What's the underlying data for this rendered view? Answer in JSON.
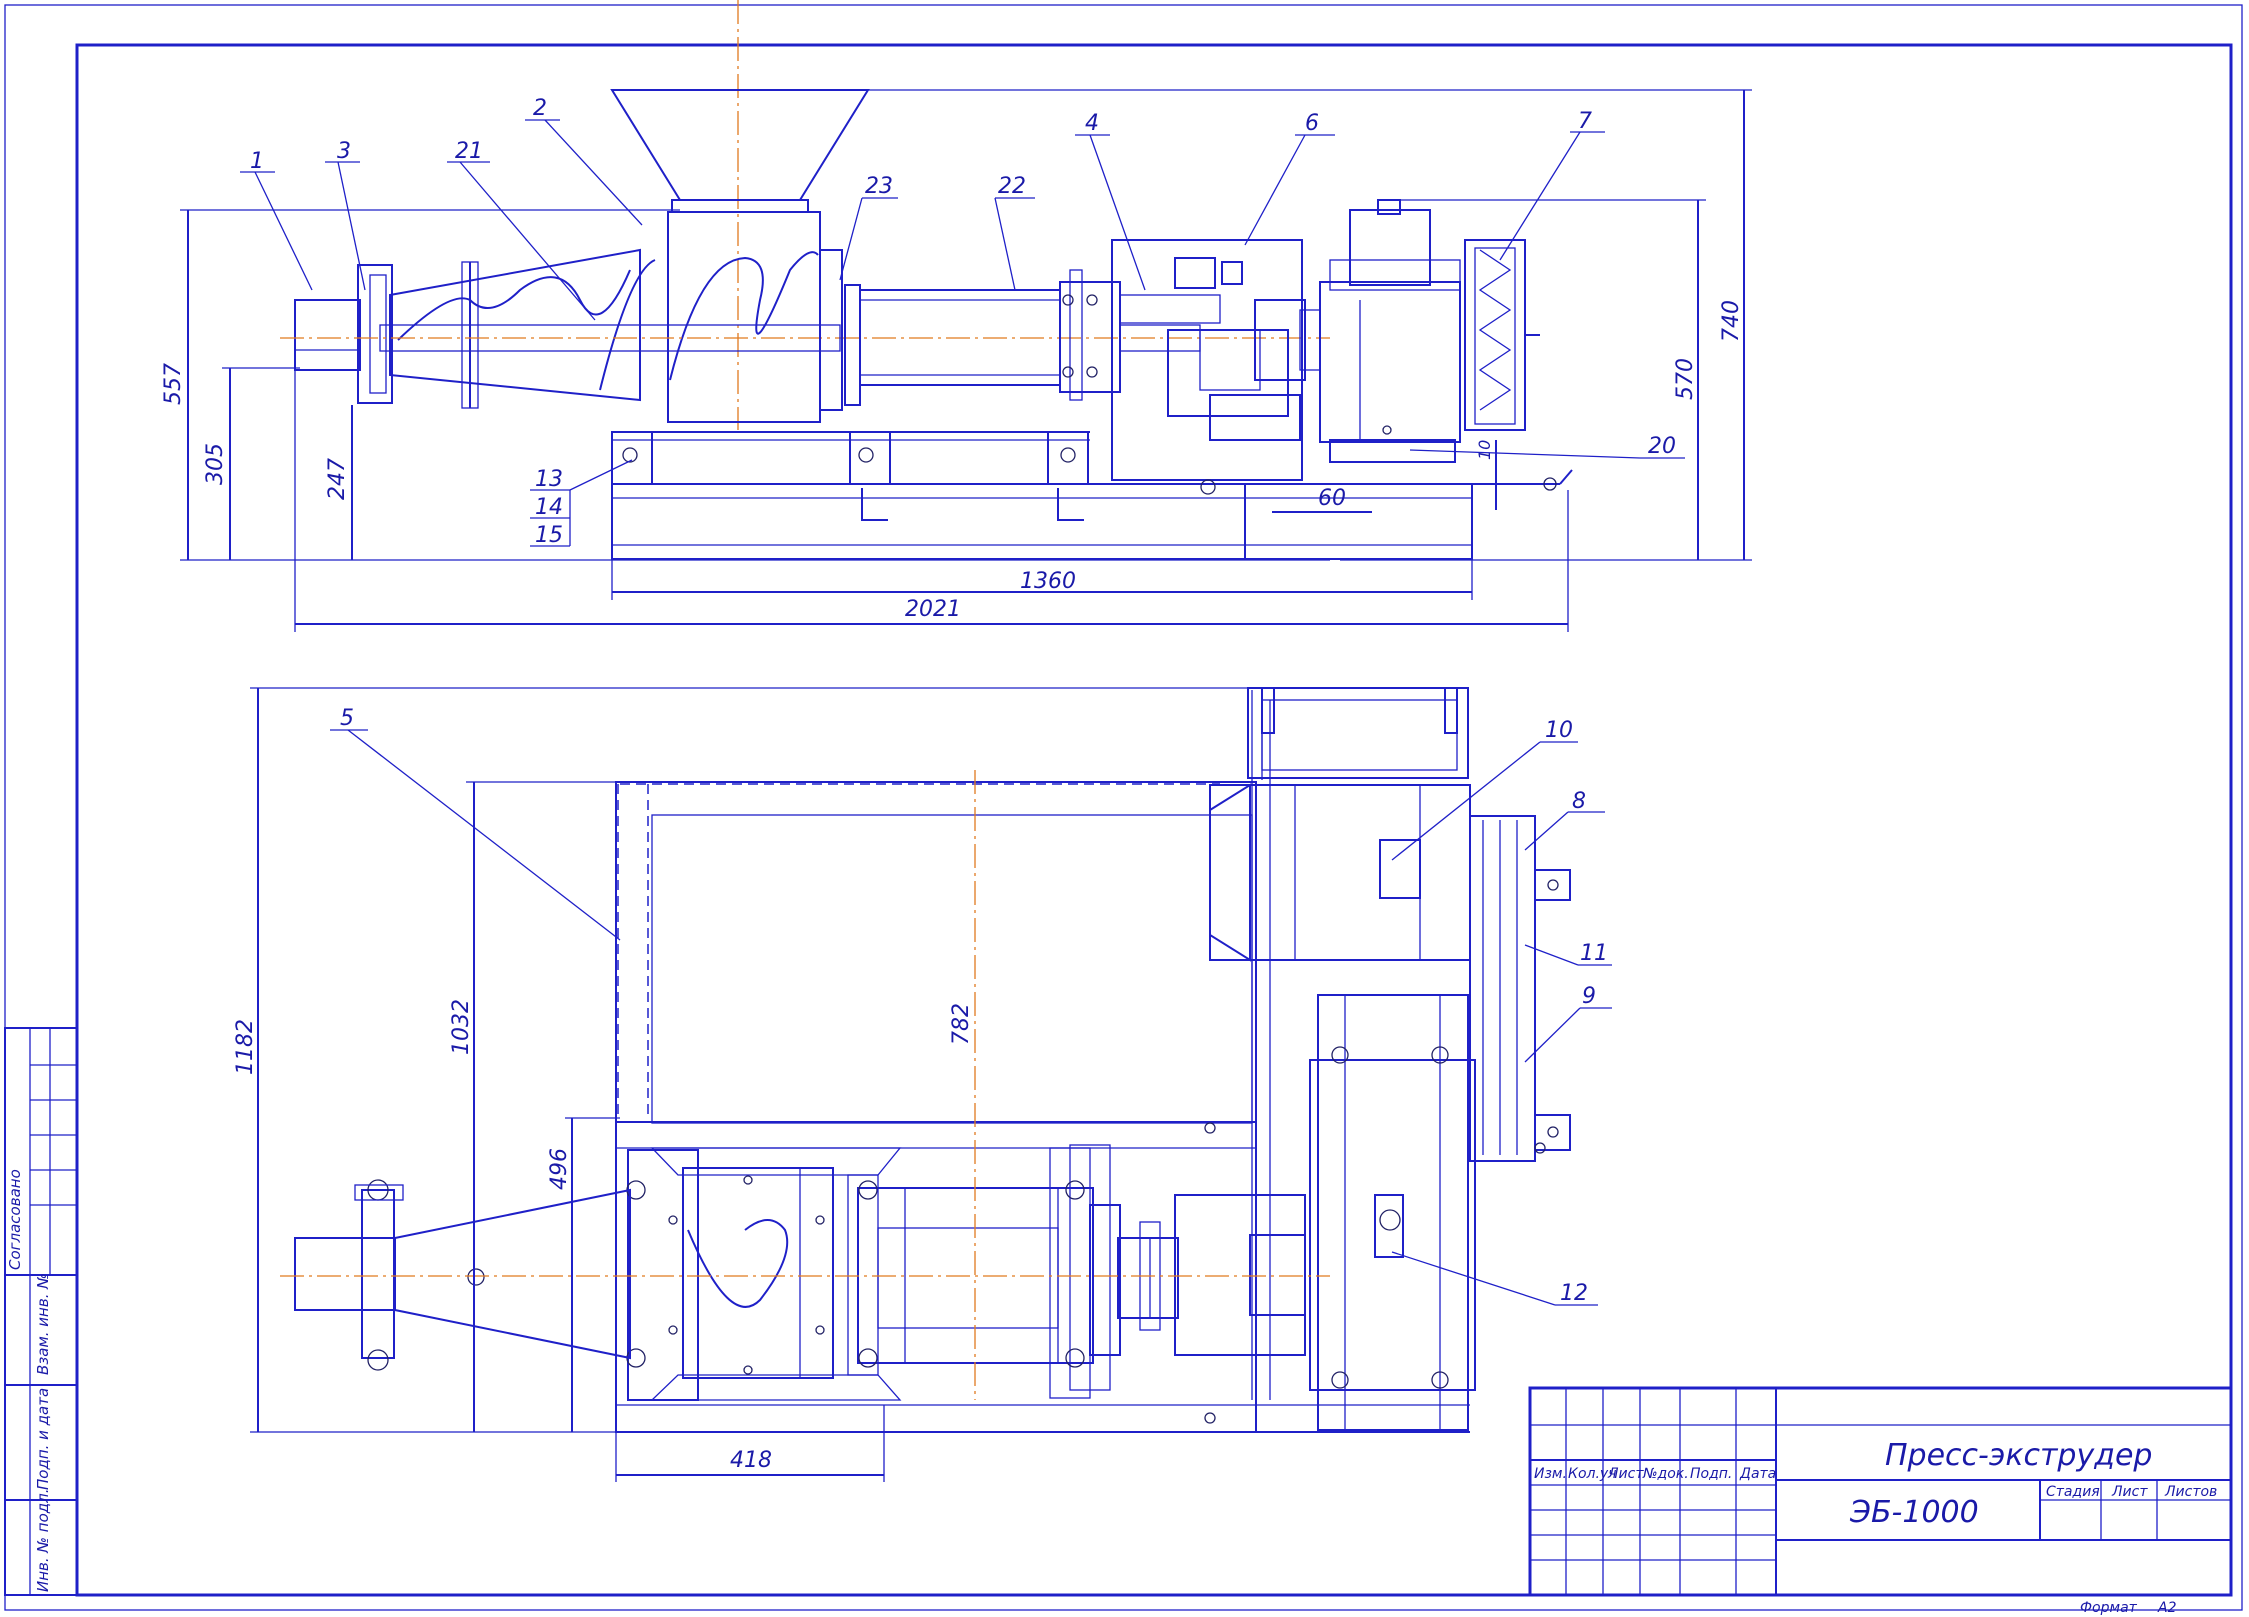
{
  "drawing": {
    "title": "Пресс-экструдер",
    "designation": "ЭБ-1000",
    "format_label": "Формат",
    "format_value": "А2",
    "colors": {
      "lines": "#1f20c8",
      "axis": "#e07a1f",
      "text": "#1a1aa8",
      "paper": "#ffffff"
    }
  },
  "title_block": {
    "columns": [
      "Изм.",
      "Кол.уч",
      "Лист",
      "№док.",
      "Подп.",
      "Дата"
    ],
    "stage_headers": [
      "Стадия",
      "Лист",
      "Листов"
    ]
  },
  "side_strip": {
    "agreed": "Согласовано",
    "cells": [
      "Взам. инв. №",
      "Подп. и дата",
      "Инв. № подл."
    ]
  },
  "dimensions": {
    "side_view": [
      "557",
      "305",
      "247",
      "1360",
      "2021",
      "570",
      "740",
      "60",
      "10"
    ],
    "plan_view": [
      "1182",
      "1032",
      "782",
      "496",
      "418"
    ]
  },
  "callouts": [
    "1",
    "2",
    "3",
    "4",
    "5",
    "6",
    "7",
    "8",
    "9",
    "10",
    "11",
    "12",
    "13",
    "14",
    "15",
    "20",
    "21",
    "22",
    "23"
  ]
}
